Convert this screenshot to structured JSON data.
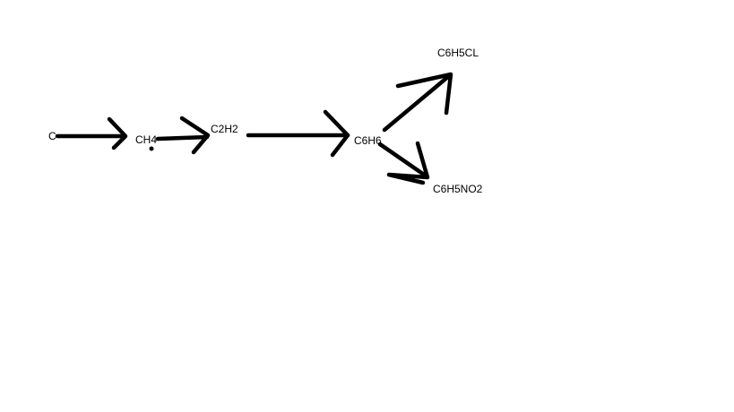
{
  "labels": {
    "c": "C",
    "ch4": "CH4",
    "c2h2": "C2H2",
    "c6h6": "C6H6",
    "c6h5cl": "C6H5CL",
    "c6h5no2": "C6H5NO2"
  },
  "colors": {
    "background": "#ffffff",
    "ink": "#000000"
  }
}
